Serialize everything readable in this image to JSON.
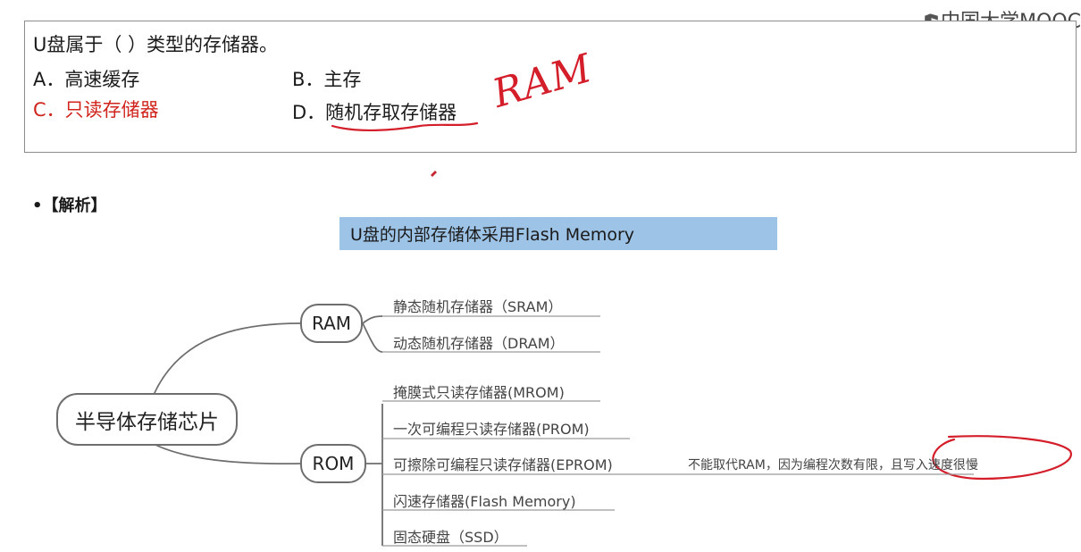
{
  "watermark": {
    "text": "中国大学MOOC",
    "icon": "mooc-logo-icon"
  },
  "question": {
    "stem": "U盘属于（    ）类型的存储器。",
    "options": [
      {
        "label": "A．高速缓存"
      },
      {
        "label": "B．主存"
      },
      {
        "label": "C．只读存储器"
      },
      {
        "label": "D．随机存取存储器"
      }
    ]
  },
  "handwriting": {
    "note": "RAM"
  },
  "analysis": {
    "heading": "•【解析】",
    "banner": "U盘的内部存储体采用Flash Memory"
  },
  "mindmap": {
    "root": "半导体存储芯片",
    "branches": [
      {
        "label": "RAM",
        "children": [
          "静态随机存储器（SRAM）",
          "动态随机存储器（DRAM）"
        ]
      },
      {
        "label": "ROM",
        "children": [
          "掩膜式只读存储器(MROM)",
          "一次可编程只读存储器(PROM)",
          "可擦除可编程只读存储器(EPROM)",
          "闪速存储器(Flash  Memory)",
          "固态硬盘（SSD）"
        ]
      }
    ],
    "eprom_note": "不能取代RAM，因为编程次数有限，且写入速度很慢"
  },
  "colors": {
    "answer_red": "#d0241c",
    "banner_blue": "#9dc3e6",
    "pen_red": "#d41e2a"
  }
}
